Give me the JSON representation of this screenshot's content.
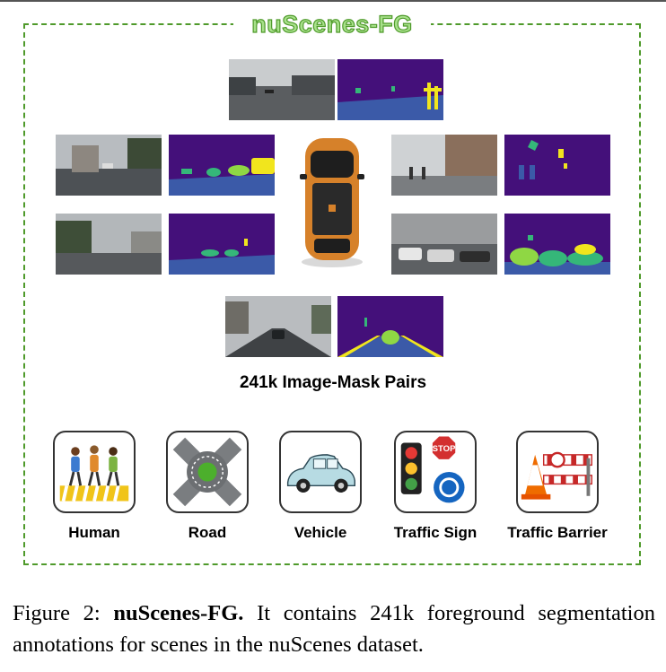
{
  "figure": {
    "title": "nuScenes-FG",
    "pairs_label": "241k Image-Mask Pairs",
    "categories": [
      {
        "label": "Human",
        "icon": "human-crossing-icon"
      },
      {
        "label": "Road",
        "icon": "roundabout-icon"
      },
      {
        "label": "Vehicle",
        "icon": "car-icon"
      },
      {
        "label": "Traffic Sign",
        "icon": "traffic-sign-icon"
      },
      {
        "label": "Traffic Barrier",
        "icon": "traffic-barrier-icon"
      }
    ],
    "colors": {
      "frame": "#4f9a2b",
      "title_fill": "#a7e08a",
      "mask_bg": "#44107a",
      "mask_road": "#3b5aa8",
      "mask_fg_yellow": "#f1e51d",
      "mask_fg_green": "#8fd744",
      "mask_fg_teal": "#35b779"
    }
  },
  "caption": {
    "prefix": "Figure 2: ",
    "bold": "nuScenes-FG.",
    "rest": " It contains 241k foreground segmentation annotations for scenes in the nuScenes dataset."
  }
}
